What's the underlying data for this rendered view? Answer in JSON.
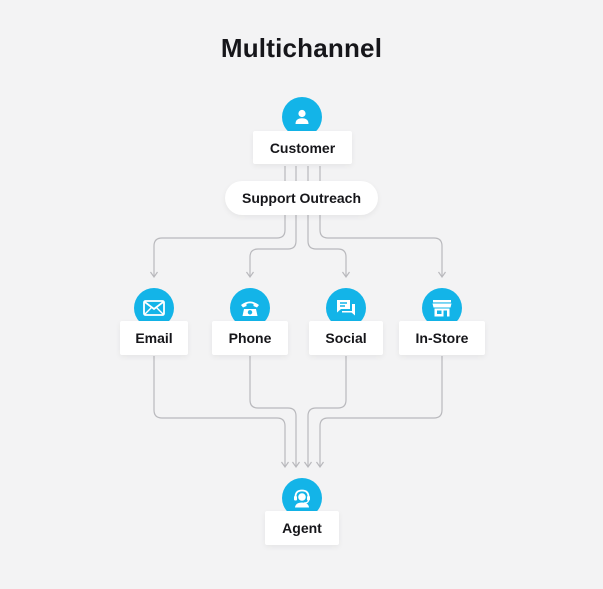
{
  "title": "Multichannel",
  "colors": {
    "accent": "#13b4e8",
    "connector": "#b9b9bd",
    "background": "#f3f3f4"
  },
  "source": {
    "label": "Customer",
    "icon": "person-icon"
  },
  "hub": {
    "label": "Support Outreach"
  },
  "channels": [
    {
      "label": "Email",
      "icon": "envelope-icon"
    },
    {
      "label": "Phone",
      "icon": "phone-icon"
    },
    {
      "label": "Social",
      "icon": "chat-icon"
    },
    {
      "label": "In-Store",
      "icon": "store-icon"
    }
  ],
  "target": {
    "label": "Agent",
    "icon": "headset-agent-icon"
  }
}
